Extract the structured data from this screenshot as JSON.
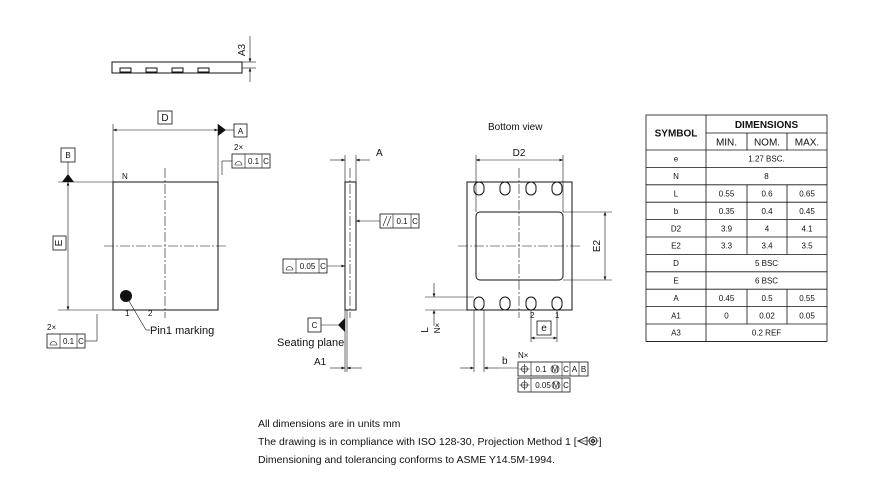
{
  "views": {
    "bottom_view_title": "Bottom view",
    "pin1_marking": "Pin1 marking",
    "seating_plane": "Seating plane"
  },
  "dimension_labels": {
    "D": "D",
    "E": "E",
    "A": "A",
    "A1": "A1",
    "A3": "A3",
    "D2": "D2",
    "E2": "E2",
    "L": "L",
    "Nx_L": "N×",
    "e": "e",
    "b": "b",
    "Nx_b": "N×",
    "twoX_top": "2×",
    "twoX_bottom": "2×",
    "pin_N": "N",
    "pin_1": "1",
    "pin_2": "2",
    "pin_2_bottom": "2",
    "pin_1_bottom": "1"
  },
  "datums": {
    "A": "A",
    "B": "B",
    "C": "C"
  },
  "tolerances": {
    "top_profile": "0.1",
    "top_profile_ref": "C",
    "parallelism": "0.1",
    "parallelism_ref": "C",
    "flatness": "0.05",
    "flatness_ref": "C",
    "bottom_profile": "0.1",
    "bottom_profile_ref": "C",
    "position_1": "0.1",
    "position_1_refs": [
      "C",
      "A",
      "B"
    ],
    "position_2": "0.05",
    "position_2_refs": [
      "C"
    ]
  },
  "table": {
    "header_symbol": "SYMBOL",
    "header_dimensions": "DIMENSIONS",
    "subheaders": [
      "MIN.",
      "NOM.",
      "MAX."
    ],
    "rows": [
      {
        "symbol": "e",
        "span": "1.27 BSC."
      },
      {
        "symbol": "N",
        "span": "8"
      },
      {
        "symbol": "L",
        "min": "0.55",
        "nom": "0.6",
        "max": "0.65"
      },
      {
        "symbol": "b",
        "min": "0.35",
        "nom": "0.4",
        "max": "0.45"
      },
      {
        "symbol": "D2",
        "min": "3.9",
        "nom": "4",
        "max": "4.1"
      },
      {
        "symbol": "E2",
        "min": "3.3",
        "nom": "3.4",
        "max": "3.5"
      },
      {
        "symbol": "D",
        "span": "5 BSC"
      },
      {
        "symbol": "E",
        "span": "6 BSC"
      },
      {
        "symbol": "A",
        "min": "0.45",
        "nom": "0.5",
        "max": "0.55"
      },
      {
        "symbol": "A1",
        "min": "0",
        "nom": "0.02",
        "max": "0.05"
      },
      {
        "symbol": "A3",
        "span": "0.2 REF"
      }
    ]
  },
  "notes": [
    "All dimensions are in units mm",
    "The drawing is in compliance with ISO 128-30, Projection Method 1 [",
    "]",
    "Dimensioning and tolerancing conforms to ASME Y14.5M-1994."
  ]
}
